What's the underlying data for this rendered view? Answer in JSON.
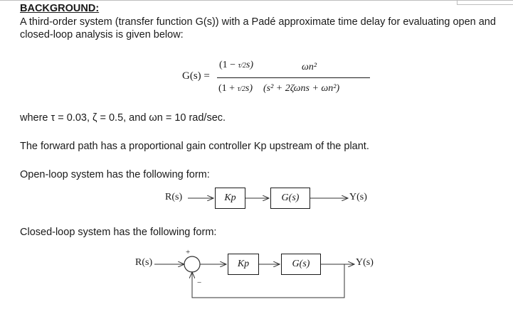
{
  "header": {
    "title": "BACKGROUND:",
    "intro": "A third-order system (transfer function G(s)) with a Padé approximate time delay for evaluating open and closed-loop analysis is given below:"
  },
  "equation": {
    "lhs": "G(s) =",
    "num1": "(1 − ",
    "num1_frac": "τ/2",
    "num1_end": "s)",
    "den1": "(1 + ",
    "den1_frac": "τ/2",
    "den1_end": "s)",
    "num2": "ωn²",
    "den2": "(s² + 2ζωns + ωn²)"
  },
  "params": "where τ = 0.03, ζ = 0.5, and ωn = 10 rad/sec.",
  "forward_text": "The forward path has a proportional gain controller Kp upstream of the plant.",
  "open_loop": {
    "caption": "Open-loop system has the following form:",
    "input": "R(s)",
    "gain": "Kp",
    "plant": "G(s)",
    "output": "Y(s)"
  },
  "closed_loop": {
    "caption": "Closed-loop system has the following form:",
    "input": "R(s)",
    "plus": "+",
    "minus": "−",
    "gain": "Kp",
    "plant": "G(s)",
    "output": "Y(s)"
  }
}
